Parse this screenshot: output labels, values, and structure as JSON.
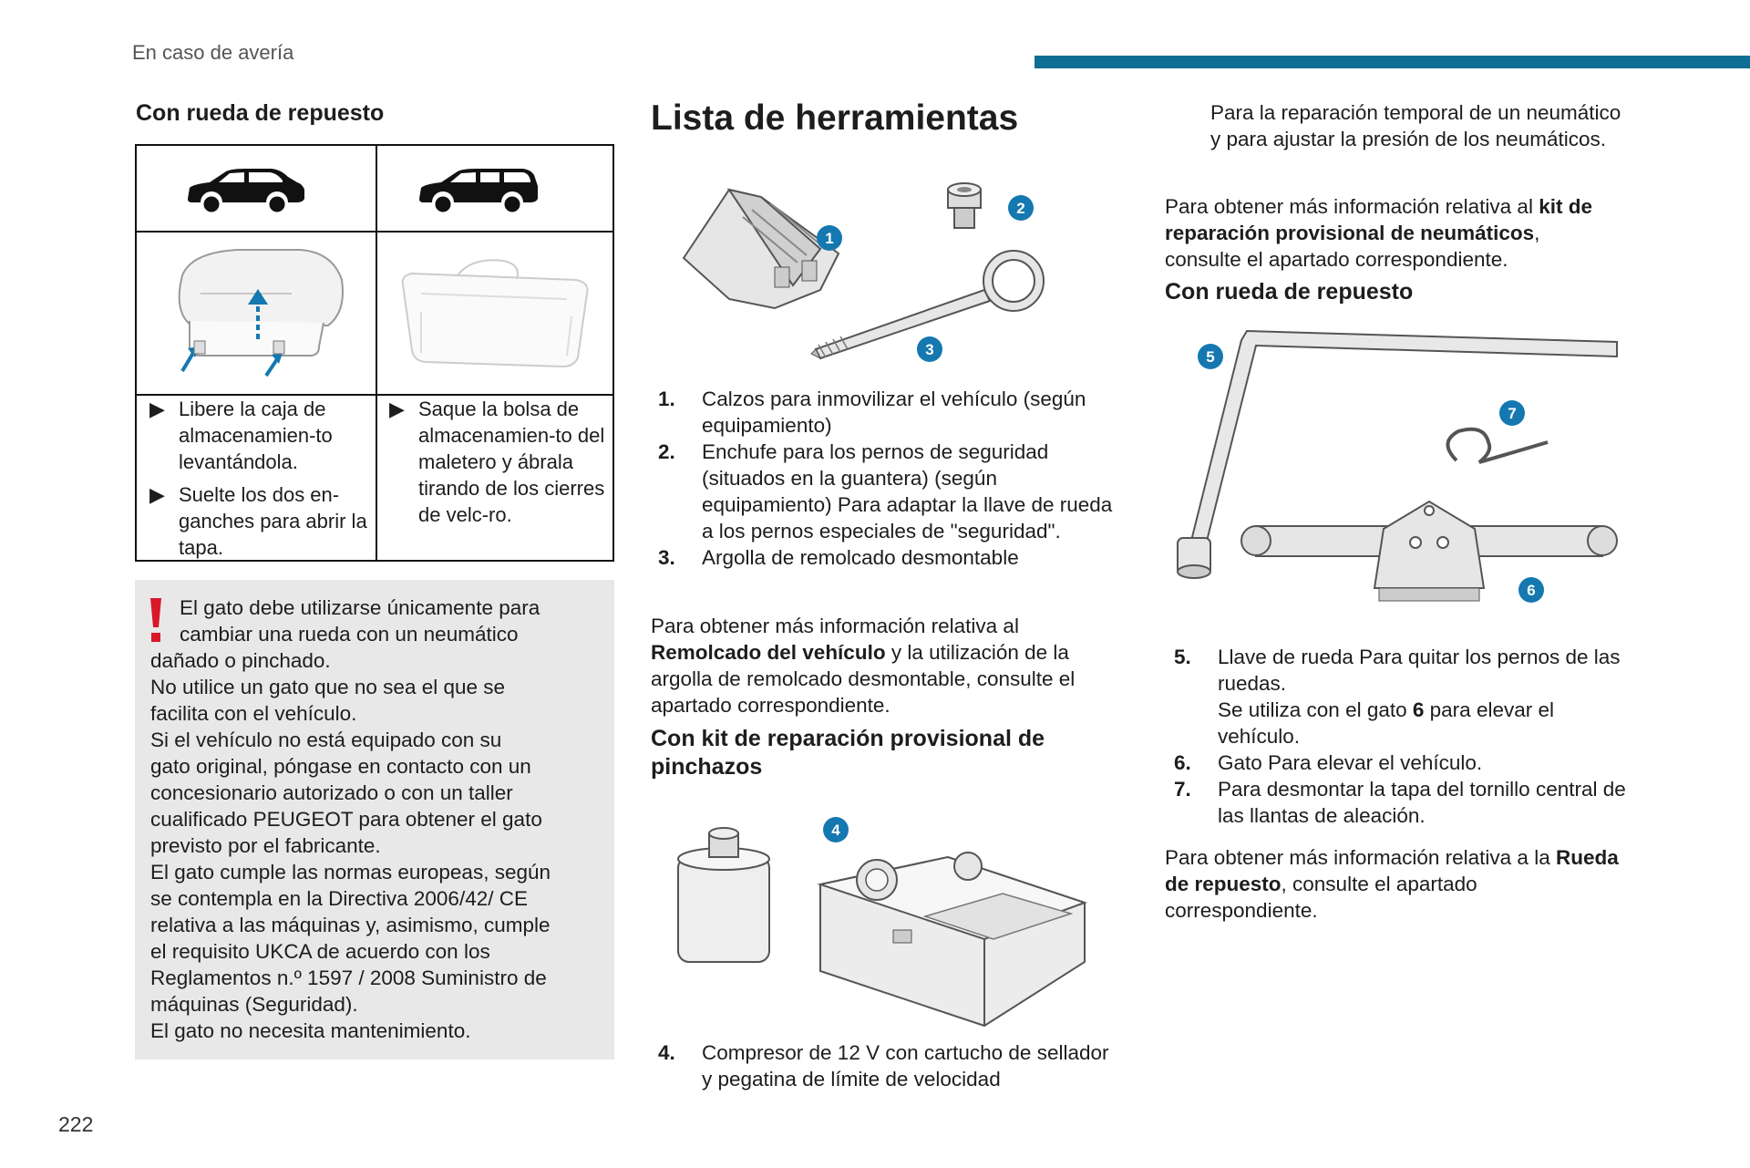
{
  "header": {
    "section": "En caso de avería",
    "accent_color": "#0f6e93",
    "page_number": "222"
  },
  "left": {
    "title": "Con rueda de repuesto",
    "table": {
      "col1_bullets": [
        "Libere la caja de almacenamien-to levantándola.",
        "Suelte los dos en-ganches para abrir la tapa."
      ],
      "col2_bullets": [
        "Saque la bolsa de almacenamien-to del maletero y ábrala tirando de los cierres de velc-ro."
      ],
      "bullet_glyph": "▶"
    },
    "warning": {
      "icon": "exclamation-icon",
      "lines": [
        "El gato debe utilizarse únicamente para",
        "cambiar una rueda con un neumático",
        "dañado o pinchado.",
        "No utilice un gato que no sea el que se",
        "facilita con el vehículo.",
        "Si el vehículo no está equipado con su",
        "gato original, póngase en contacto con un",
        "concesionario autorizado o con un taller",
        "cualificado PEUGEOT para obtener el gato",
        "previsto por el fabricante.",
        "El gato cumple las normas europeas, según",
        "se contempla en la Directiva 2006/42/ CE",
        "relativa a las máquinas y, asimismo, cumple",
        "el requisito UKCA de acuerdo con los",
        "Reglamentos n.º 1597 / 2008 Suministro de",
        "máquinas (Seguridad).",
        "El gato no necesita mantenimiento."
      ]
    }
  },
  "middle": {
    "title": "Lista de herramientas",
    "badges": [
      "1",
      "2",
      "3",
      "4"
    ],
    "items": [
      {
        "num": "1.",
        "text": "Calzos para inmovilizar el vehículo (según equipamiento)"
      },
      {
        "num": "2.",
        "text": "Enchufe para los pernos de seguridad (situados en la guantera) (según equipamiento) Para adaptar la llave de rueda a los pernos especiales de \"seguridad\"."
      },
      {
        "num": "3.",
        "text": "Argolla de remolcado desmontable"
      }
    ],
    "para1_pre": "Para obtener más información relativa al ",
    "para1_bold": "Remolcado del vehículo",
    "para1_post": " y la utilización de la argolla de remolcado desmontable, consulte el apartado correspondiente.",
    "subtitle": "Con kit de reparación provisional de pinchazos",
    "item4": {
      "num": "4.",
      "text": "Compresor de 12 V con cartucho de sellador y pegatina de límite de velocidad"
    }
  },
  "right": {
    "intro": "Para la reparación temporal de un neumático y para ajustar la presión de los neumáticos.",
    "para2_pre": "Para obtener más información relativa al ",
    "para2_bold": "kit de reparación provisional de neumáticos",
    "para2_post": ", consulte el apartado correspondiente.",
    "subtitle": "Con rueda de repuesto",
    "badges": [
      "5",
      "6",
      "7"
    ],
    "item5_num": "5.",
    "item5_text": "Llave de rueda Para quitar los pernos de las ruedas.",
    "item5_sub_pre": "Se utiliza con el gato ",
    "item5_sub_bold": "6",
    "item5_sub_post": " para elevar el vehículo.",
    "item6": {
      "num": "6.",
      "text": "Gato Para elevar el vehículo."
    },
    "item7": {
      "num": "7.",
      "text": "Para desmontar la tapa del tornillo central de las llantas de aleación."
    },
    "para3_pre": "Para obtener más información relativa a la ",
    "para3_bold": "Rueda de repuesto",
    "para3_post": ", consulte el apartado correspondiente."
  }
}
